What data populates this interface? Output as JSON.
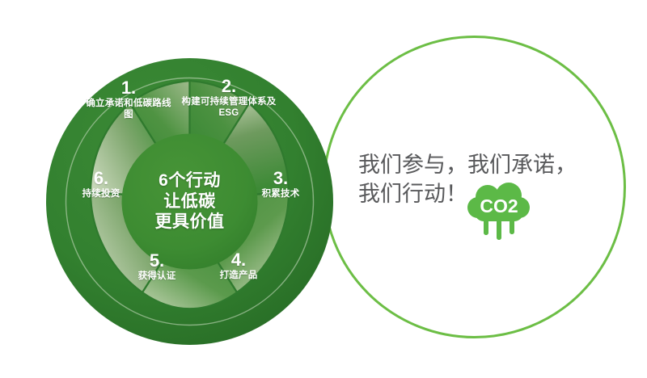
{
  "diagram": {
    "center": {
      "lines": [
        "6个行动",
        "让低碳",
        "更具价值"
      ]
    },
    "segments": [
      {
        "number": "1.",
        "label": "确立承诺和低碳路线图"
      },
      {
        "number": "2.",
        "label": "构建可持续管理体系及ESG"
      },
      {
        "number": "3.",
        "label": "积累技术"
      },
      {
        "number": "4.",
        "label": "打造产品"
      },
      {
        "number": "5.",
        "label": "获得认证"
      },
      {
        "number": "6.",
        "label": "持续投资"
      }
    ]
  },
  "slogan": {
    "line1": "我们参与，我们承诺，",
    "line2": "我们行动！"
  },
  "co2_icon": {
    "name": "co2-cloud-icon",
    "text": "CO2"
  },
  "colors": {
    "ring_dark": "#2f7a2e",
    "center_green": "#3f8f33",
    "petal_light": "#c6d6b6",
    "petal_mid": "#6f9960",
    "outline_circle": "#6cbe45",
    "co2_green": "#5cb947",
    "slogan_text": "#58595b",
    "background": "#ffffff"
  }
}
